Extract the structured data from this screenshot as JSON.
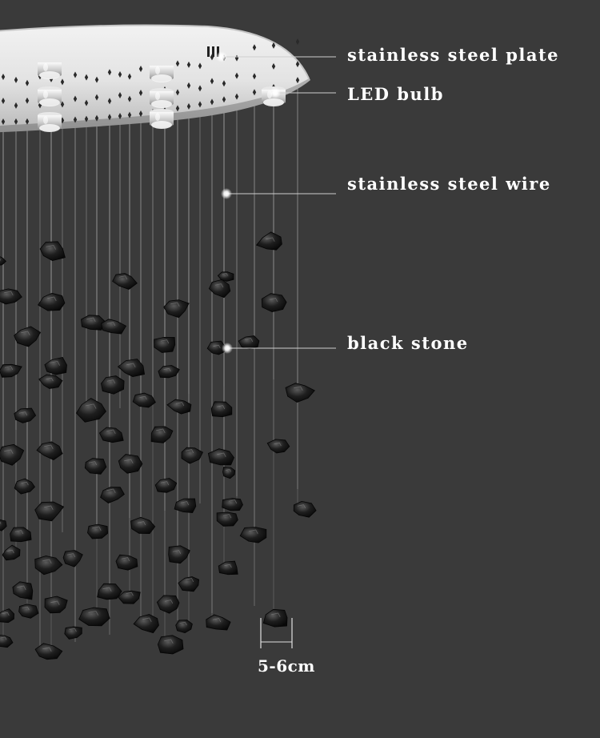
{
  "labels": {
    "plate": "stainless steel plate",
    "led": "LED bulb",
    "wire": "stainless steel wire",
    "stone": "black stone",
    "size": "5-6cm"
  },
  "colors": {
    "background": "#3a3a3a",
    "plate": "#d9d9d9",
    "stone": "#111111",
    "wire": "#9a9a9a",
    "label_text": "#ffffff"
  }
}
